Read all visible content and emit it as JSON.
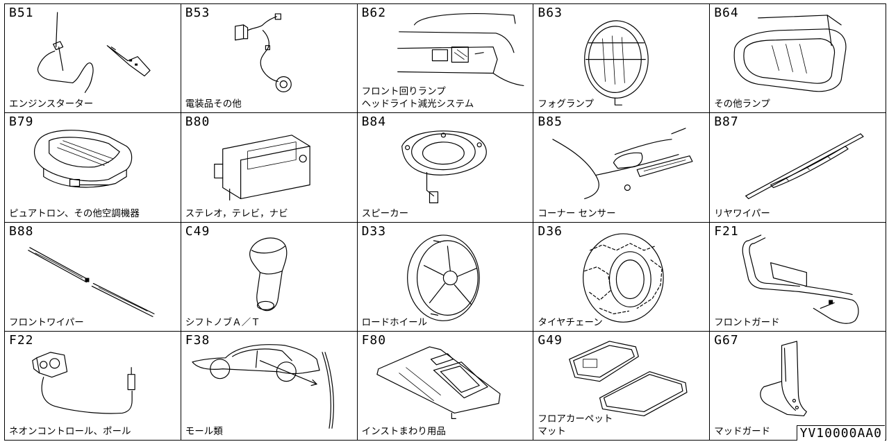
{
  "doc_id": "YV10000AA0",
  "cells": [
    {
      "code": "B51",
      "label": "エンジンスターター"
    },
    {
      "code": "B53",
      "label": "電装品その他"
    },
    {
      "code": "B62",
      "label": "フロント回りランプ\nヘッドライト減光システム"
    },
    {
      "code": "B63",
      "label": "フォグランプ"
    },
    {
      "code": "B64",
      "label": "その他ランプ"
    },
    {
      "code": "B79",
      "label": "ピュアトロン、その他空調機器"
    },
    {
      "code": "B80",
      "label": "ステレオ，テレビ，ナビ"
    },
    {
      "code": "B84",
      "label": "スピーカー"
    },
    {
      "code": "B85",
      "label": "コーナー センサー"
    },
    {
      "code": "B87",
      "label": "リヤワイパー"
    },
    {
      "code": "B88",
      "label": "フロントワイパー"
    },
    {
      "code": "C49",
      "label": "シフトノブＡ／Ｔ"
    },
    {
      "code": "D33",
      "label": "ロードホイール"
    },
    {
      "code": "D36",
      "label": "タイヤチェーン"
    },
    {
      "code": "F21",
      "label": "フロントガード"
    },
    {
      "code": "F22",
      "label": "ネオンコントロール、ポール"
    },
    {
      "code": "F38",
      "label": "モール類"
    },
    {
      "code": "F80",
      "label": "インストまわり用品"
    },
    {
      "code": "G49",
      "label": "フロアカーペット\nマット"
    },
    {
      "code": "G67",
      "label": "マッドガード"
    }
  ]
}
